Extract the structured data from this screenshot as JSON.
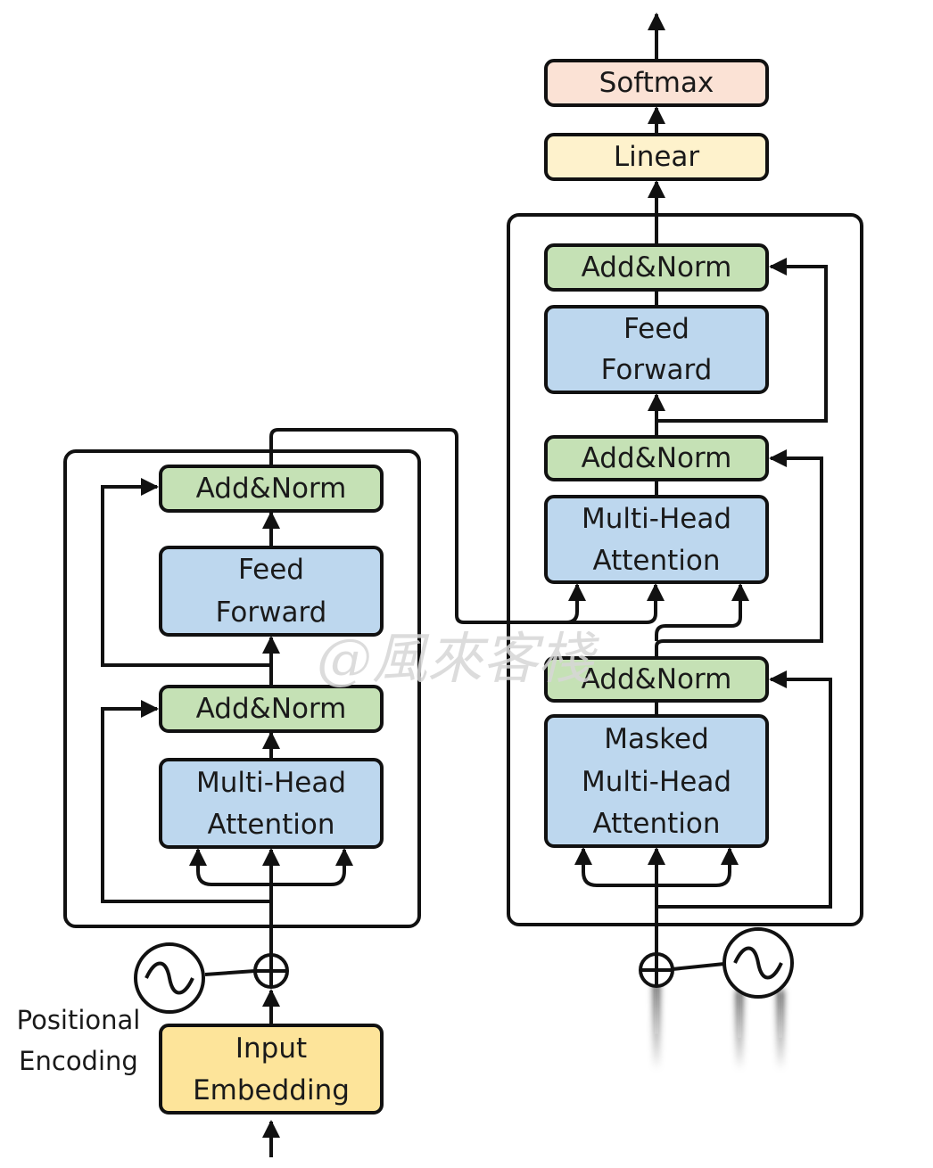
{
  "encoder": {
    "add_norm_top": "Add&Norm",
    "feed_forward": [
      "Feed",
      "Forward"
    ],
    "add_norm_bottom": "Add&Norm",
    "multi_head_attention": [
      "Multi-Head",
      "Attention"
    ],
    "input_embedding": [
      "Input",
      "Embedding"
    ],
    "positional_encoding": [
      "Positional",
      "Encoding"
    ]
  },
  "decoder": {
    "softmax": "Softmax",
    "linear": "Linear",
    "add_norm_top": "Add&Norm",
    "feed_forward": [
      "Feed",
      "Forward"
    ],
    "add_norm_middle": "Add&Norm",
    "multi_head_attention": [
      "Multi-Head",
      "Attention"
    ],
    "add_norm_bottom": "Add&Norm",
    "masked_attention": [
      "Masked",
      "Multi-Head",
      "Attention"
    ]
  },
  "watermark": "@風來客棧",
  "colors": {
    "add_norm": "#c5e1b5",
    "feed_forward": "#bdd7ee",
    "attention": "#bdd7ee",
    "embedding": "#fde49a",
    "linear": "#fef2cc",
    "softmax": "#fbe2d5",
    "stroke": "#111111"
  }
}
